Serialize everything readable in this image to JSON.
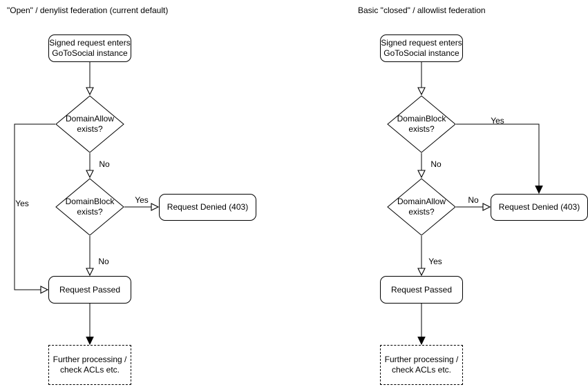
{
  "canvas": {
    "background_color": "#ffffff",
    "stroke_color": "#000000"
  },
  "left": {
    "title": "\"Open\" / denylist federation (current default)",
    "start_line1": "Signed request enters",
    "start_line2": "GoToSocial instance",
    "decision1_line1": "DomainAllow",
    "decision1_line2": "exists?",
    "decision1_down_label": "No",
    "decision1_side_label": "Yes",
    "decision2_line1": "DomainBlock",
    "decision2_line2": "exists?",
    "decision2_down_label": "No",
    "decision2_side_label": "Yes",
    "denied_label": "Request Denied (403)",
    "passed_label": "Request Passed",
    "further_line1": "Further processing /",
    "further_line2": "check ACLs etc."
  },
  "right": {
    "title": "Basic \"closed\" / allowlist federation",
    "start_line1": "Signed request enters",
    "start_line2": "GoToSocial instance",
    "decision1_line1": "DomainBlock",
    "decision1_line2": "exists?",
    "decision1_down_label": "No",
    "decision1_side_label": "Yes",
    "decision2_line1": "DomainAllow",
    "decision2_line2": "exists?",
    "decision2_down_label": "Yes",
    "decision2_side_label": "No",
    "denied_label": "Request Denied (403)",
    "passed_label": "Request Passed",
    "further_line1": "Further processing /",
    "further_line2": "check ACLs etc."
  }
}
